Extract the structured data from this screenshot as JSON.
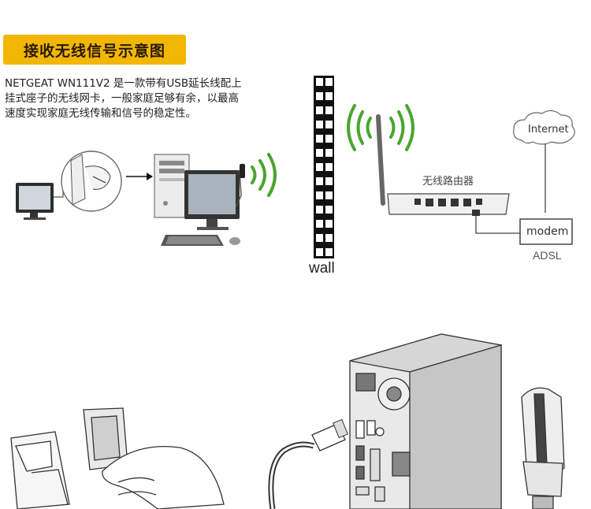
{
  "header": {
    "title": "接收无线信号示意图",
    "accent_color": "#f2b705"
  },
  "description": {
    "lines": [
      "NETGEAT WN111V2 是一款带有USB延长线配上",
      "挂式座子的无线网卡，一般家庭足够有余，以最高",
      "速度实现家庭无线传输和信号的稳定性。"
    ]
  },
  "diagram": {
    "wall_label": "wall",
    "router_label": "无线路由器",
    "internet_label": "Internet",
    "modem_label": "modem",
    "adsl_label": "ADSL",
    "signal_color": "#4aa52e"
  }
}
